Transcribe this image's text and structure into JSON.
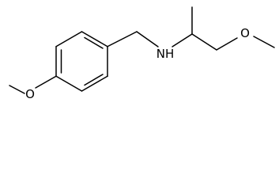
{
  "molecule": {
    "atom_labels": {
      "ring_oxygen": "O",
      "nitrogen": "NH",
      "chain_oxygen": "O"
    },
    "colors": {
      "bond": "#000000",
      "label": "#000000",
      "background": "#ffffff"
    }
  }
}
